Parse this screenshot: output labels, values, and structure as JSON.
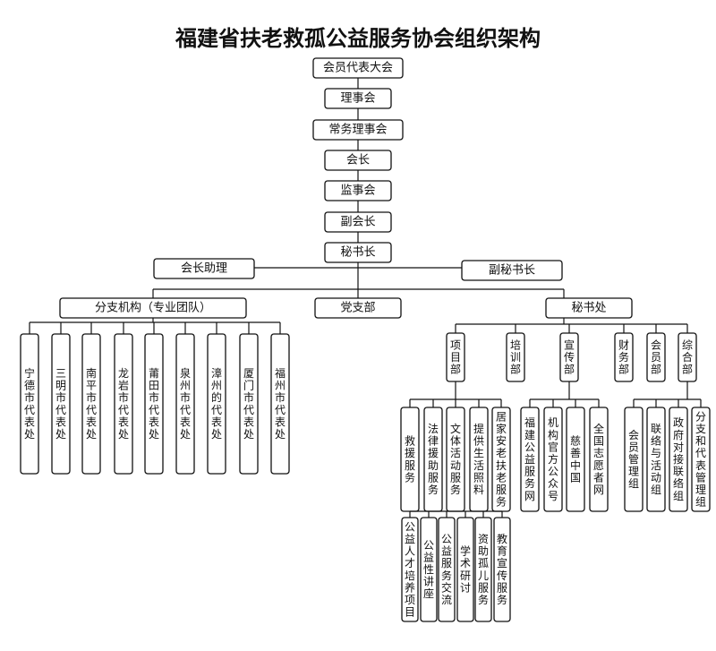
{
  "title": "福建省扶老救孤公益服务协会组织架构",
  "chain": [
    "会员代表大会",
    "理事会",
    "常务理事会",
    "会长",
    "监事会",
    "副会长",
    "秘书长"
  ],
  "assistants": {
    "left": "会长助理",
    "right": "副秘书长"
  },
  "level3": {
    "left": "分支机构（专业团队）",
    "center": "党支部",
    "right": "秘书处"
  },
  "branches": [
    "宁德市代表处",
    "三明市代表处",
    "南平市代表处",
    "龙岩市代表处",
    "莆田市代表处",
    "泉州市代表处",
    "漳州的代表处",
    "厦门市代表处",
    "福州市代表处"
  ],
  "departments": [
    "项目部",
    "培训部",
    "宣传部",
    "财务部",
    "会员部",
    "综合部"
  ],
  "project_items_row1": [
    "救援服务",
    "法律援助服务",
    "文体活动服务",
    "提供生活照料",
    "居家安老扶老服务"
  ],
  "project_items_row2": [
    "公益人才培养项目",
    "公益性讲座",
    "公益服务交流",
    "学术研讨",
    "资助孤儿服务",
    "教育宣传服务"
  ],
  "publicity_items": [
    "福建公益服务网",
    "机构官方公众号",
    "慈善中国",
    "全国志愿者网"
  ],
  "general_items": [
    "会员管理组",
    "联络与活动组",
    "政府对接联络组",
    "分支和代表管理组"
  ],
  "colors": {
    "stroke": "#111111",
    "fill": "#ffffff",
    "text": "#111111"
  }
}
